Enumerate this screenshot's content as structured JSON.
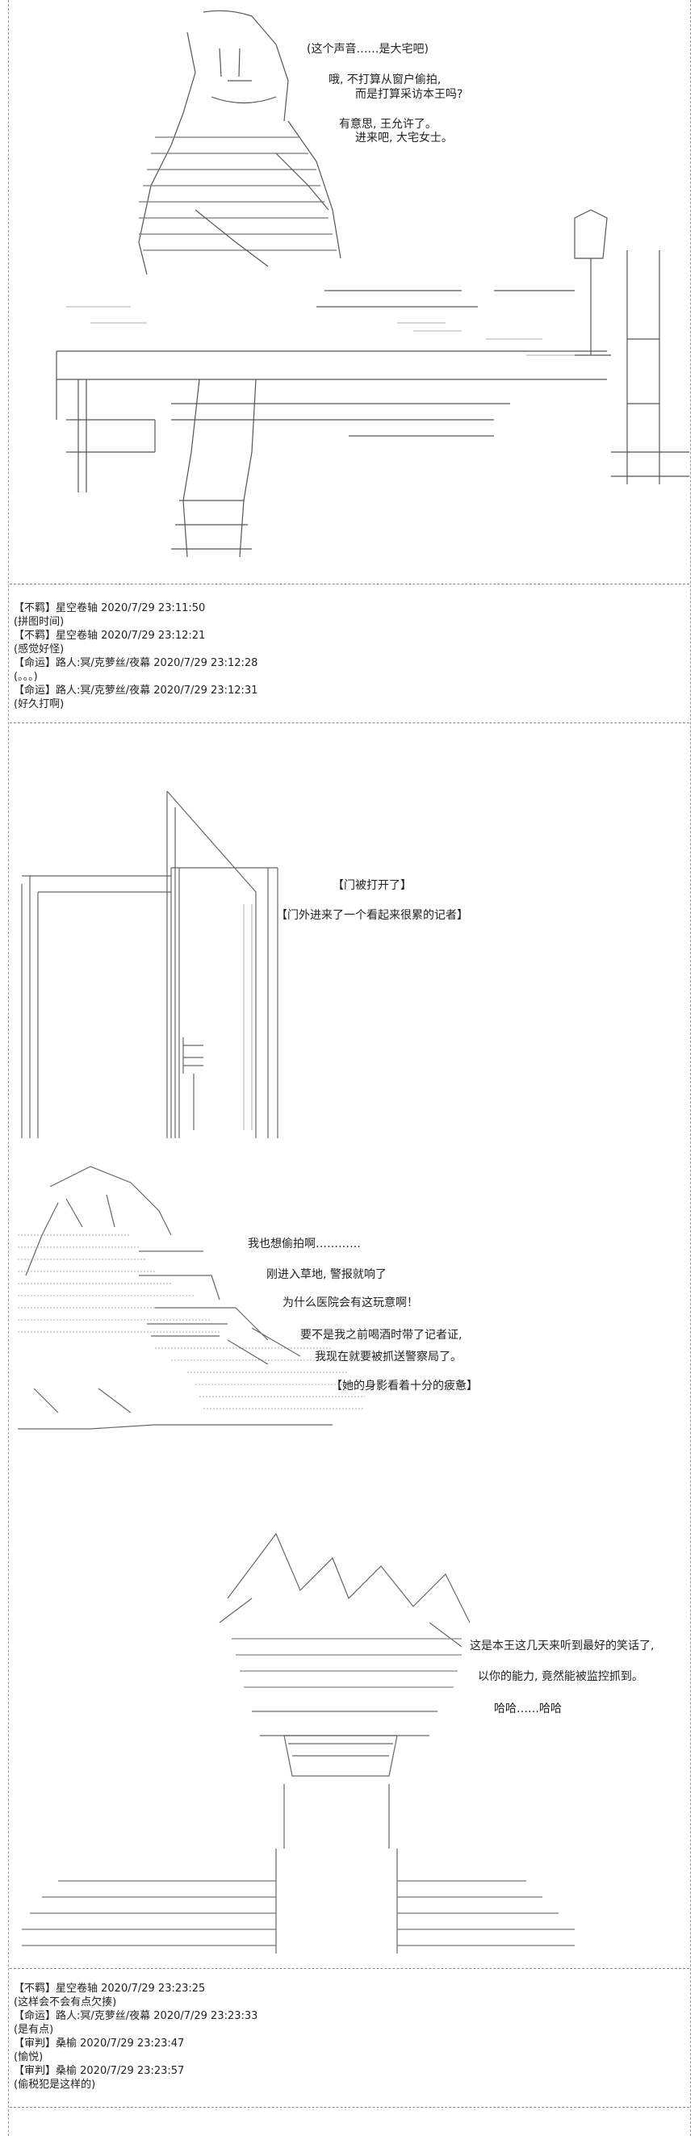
{
  "panel1": {
    "captions": [
      "(这个声音……是大宅吧)",
      "哦, 不打算从窗户偷拍,",
      "而是打算采访本王吗?",
      "有意思, 王允许了。",
      "进来吧, 大宅女士。"
    ]
  },
  "log1": [
    {
      "meta": "【不羁】星空卷轴 2020/7/29 23:11:50",
      "msg": "(拼图时间)"
    },
    {
      "meta": "【不羁】星空卷轴 2020/7/29 23:12:21",
      "msg": "(感觉好怪)"
    },
    {
      "meta": "【命运】路人:冥/克萝丝/夜幕 2020/7/29 23:12:28",
      "msg": "(。。。)"
    },
    {
      "meta": "【命运】路人:冥/克萝丝/夜幕 2020/7/29 23:12:31",
      "msg": "(好久打啊)"
    }
  ],
  "panel2": {
    "captions": [
      "【门被打开了】",
      "【门外进来了一个看起来很累的记者】"
    ]
  },
  "panel3": {
    "captions": [
      "我也想偷拍啊…………",
      "刚进入草地, 警报就响了",
      "为什么医院会有这玩意啊！",
      "要不是我之前喝酒时带了记者证,",
      "我现在就要被抓送警察局了。",
      "【她的身影看着十分的疲惫】"
    ]
  },
  "panel4": {
    "captions": [
      "这是本王这几天来听到最好的笑话了,",
      "以你的能力, 竟然能被监控抓到。",
      "哈哈……哈哈"
    ]
  },
  "log2": [
    {
      "meta": "【不羁】星空卷轴 2020/7/29 23:23:25",
      "msg": "(这样会不会有点欠揍)"
    },
    {
      "meta": "【命运】路人:冥/克萝丝/夜幕 2020/7/29 23:23:33",
      "msg": "(是有点)"
    },
    {
      "meta": "【审判】桑榆 2020/7/29 23:23:47",
      "msg": "(愉悦)"
    },
    {
      "meta": "【审判】桑榆 2020/7/29 23:23:57",
      "msg": "(偷税犯是这样的)"
    }
  ]
}
